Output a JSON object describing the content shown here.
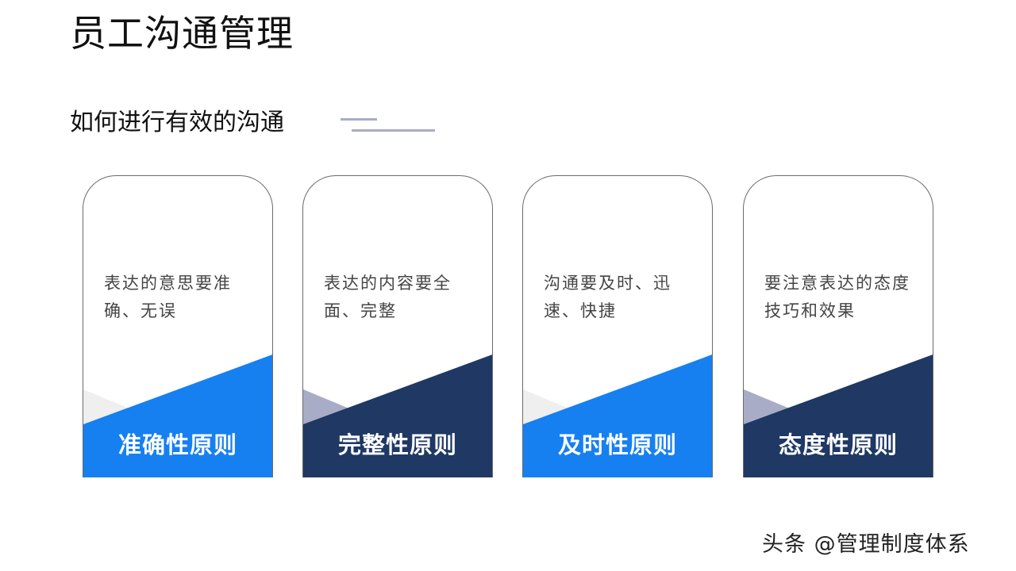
{
  "header": {
    "title": "员工沟通管理",
    "subtitle": "如何进行有效的沟通"
  },
  "cards": [
    {
      "description": "表达的意思要准确、无误",
      "name": "准确性原则",
      "color": "#1680f0",
      "accent": "#efefef"
    },
    {
      "description": "表达的内容要全面、完整",
      "name": "完整性原则",
      "color": "#1f3864",
      "accent": "#a9acc6"
    },
    {
      "description": "沟通要及时、迅速、快捷",
      "name": "及时性原则",
      "color": "#1680f0",
      "accent": "#efefef"
    },
    {
      "description": "要注意表达的态度技巧和效果",
      "name": "态度性原则",
      "color": "#1f3864",
      "accent": "#a9acc6"
    }
  ],
  "watermark": "头条 @管理制度体系",
  "colors": {
    "blue": "#1680f0",
    "navy": "#1f3864",
    "lavender": "#a9acc6",
    "light_grey": "#efefef"
  }
}
